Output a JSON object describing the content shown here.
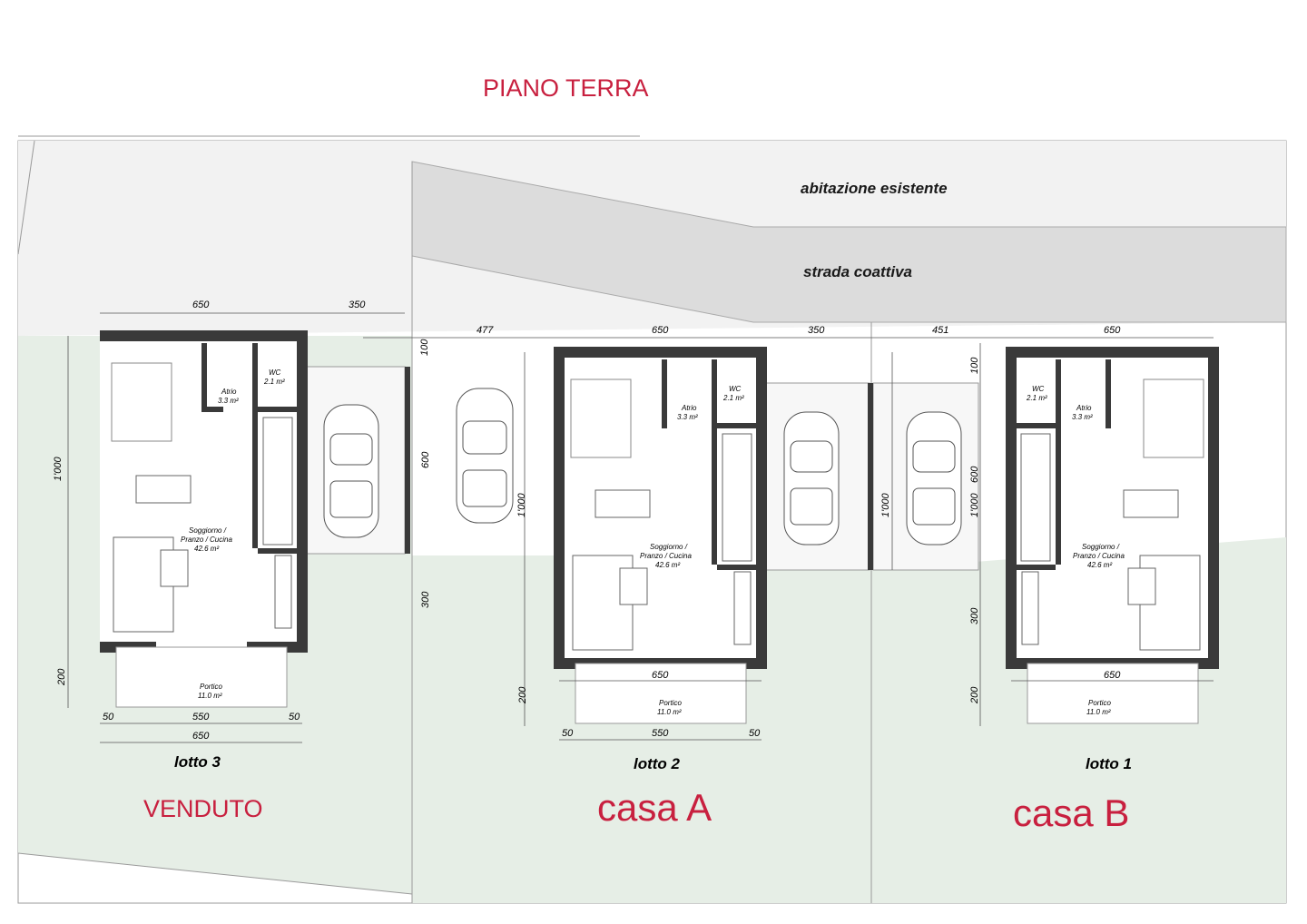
{
  "title": "PIANO TERRA",
  "labels": {
    "existing_house": "abitazione esistente",
    "road": "strada coattiva"
  },
  "lots": [
    {
      "lot": "lotto 3",
      "status": "VENDUTO",
      "dims": {
        "width": "650",
        "side": "350",
        "depth": "1'000",
        "porch_depth": "200",
        "half_a": "50",
        "span": "550",
        "half_b": "50",
        "porch_width": "650"
      },
      "rooms": {
        "wc": "WC",
        "wc_area": "2.1 m²",
        "atrio": "Atrio",
        "atrio_area": "3.3 m²",
        "living": "Soggiorno /",
        "living2": "Pranzo / Cucina",
        "living_area": "42.6 m²",
        "porch": "Portico",
        "porch_area": "11.0 m²"
      }
    },
    {
      "lot": "lotto 2",
      "status": "casa A",
      "dims": {
        "left": "477",
        "width": "650",
        "side": "350",
        "depth": "1'000",
        "parking": "600",
        "rear": "300",
        "top": "100",
        "porch_depth": "200",
        "porch_width": "650",
        "half_a": "50",
        "span": "550",
        "half_b": "50"
      },
      "rooms": {
        "wc": "WC",
        "wc_area": "2.1 m²",
        "atrio": "Atrio",
        "atrio_area": "3.3 m²",
        "living": "Soggiorno /",
        "living2": "Pranzo / Cucina",
        "living_area": "42.6 m²",
        "porch": "Portico",
        "porch_area": "11.0 m²"
      }
    },
    {
      "lot": "lotto 1",
      "status": "casa B",
      "dims": {
        "left": "451",
        "width": "650",
        "depth": "1'000",
        "parking": "600",
        "depth2": "1'000",
        "rear": "300",
        "top": "100",
        "porch_depth": "200",
        "porch_width": "650"
      },
      "rooms": {
        "wc": "WC",
        "wc_area": "2.1 m²",
        "atrio": "Atrio",
        "atrio_area": "3.3 m²",
        "living": "Soggiorno /",
        "living2": "Pranzo / Cucina",
        "living_area": "42.6 m²",
        "porch": "Portico",
        "porch_area": "11.0 m²"
      }
    }
  ],
  "colors": {
    "accent": "#c8203f",
    "green": "#e6eee6",
    "road": "#dcdcdc",
    "wall": "#3a3a3a"
  }
}
